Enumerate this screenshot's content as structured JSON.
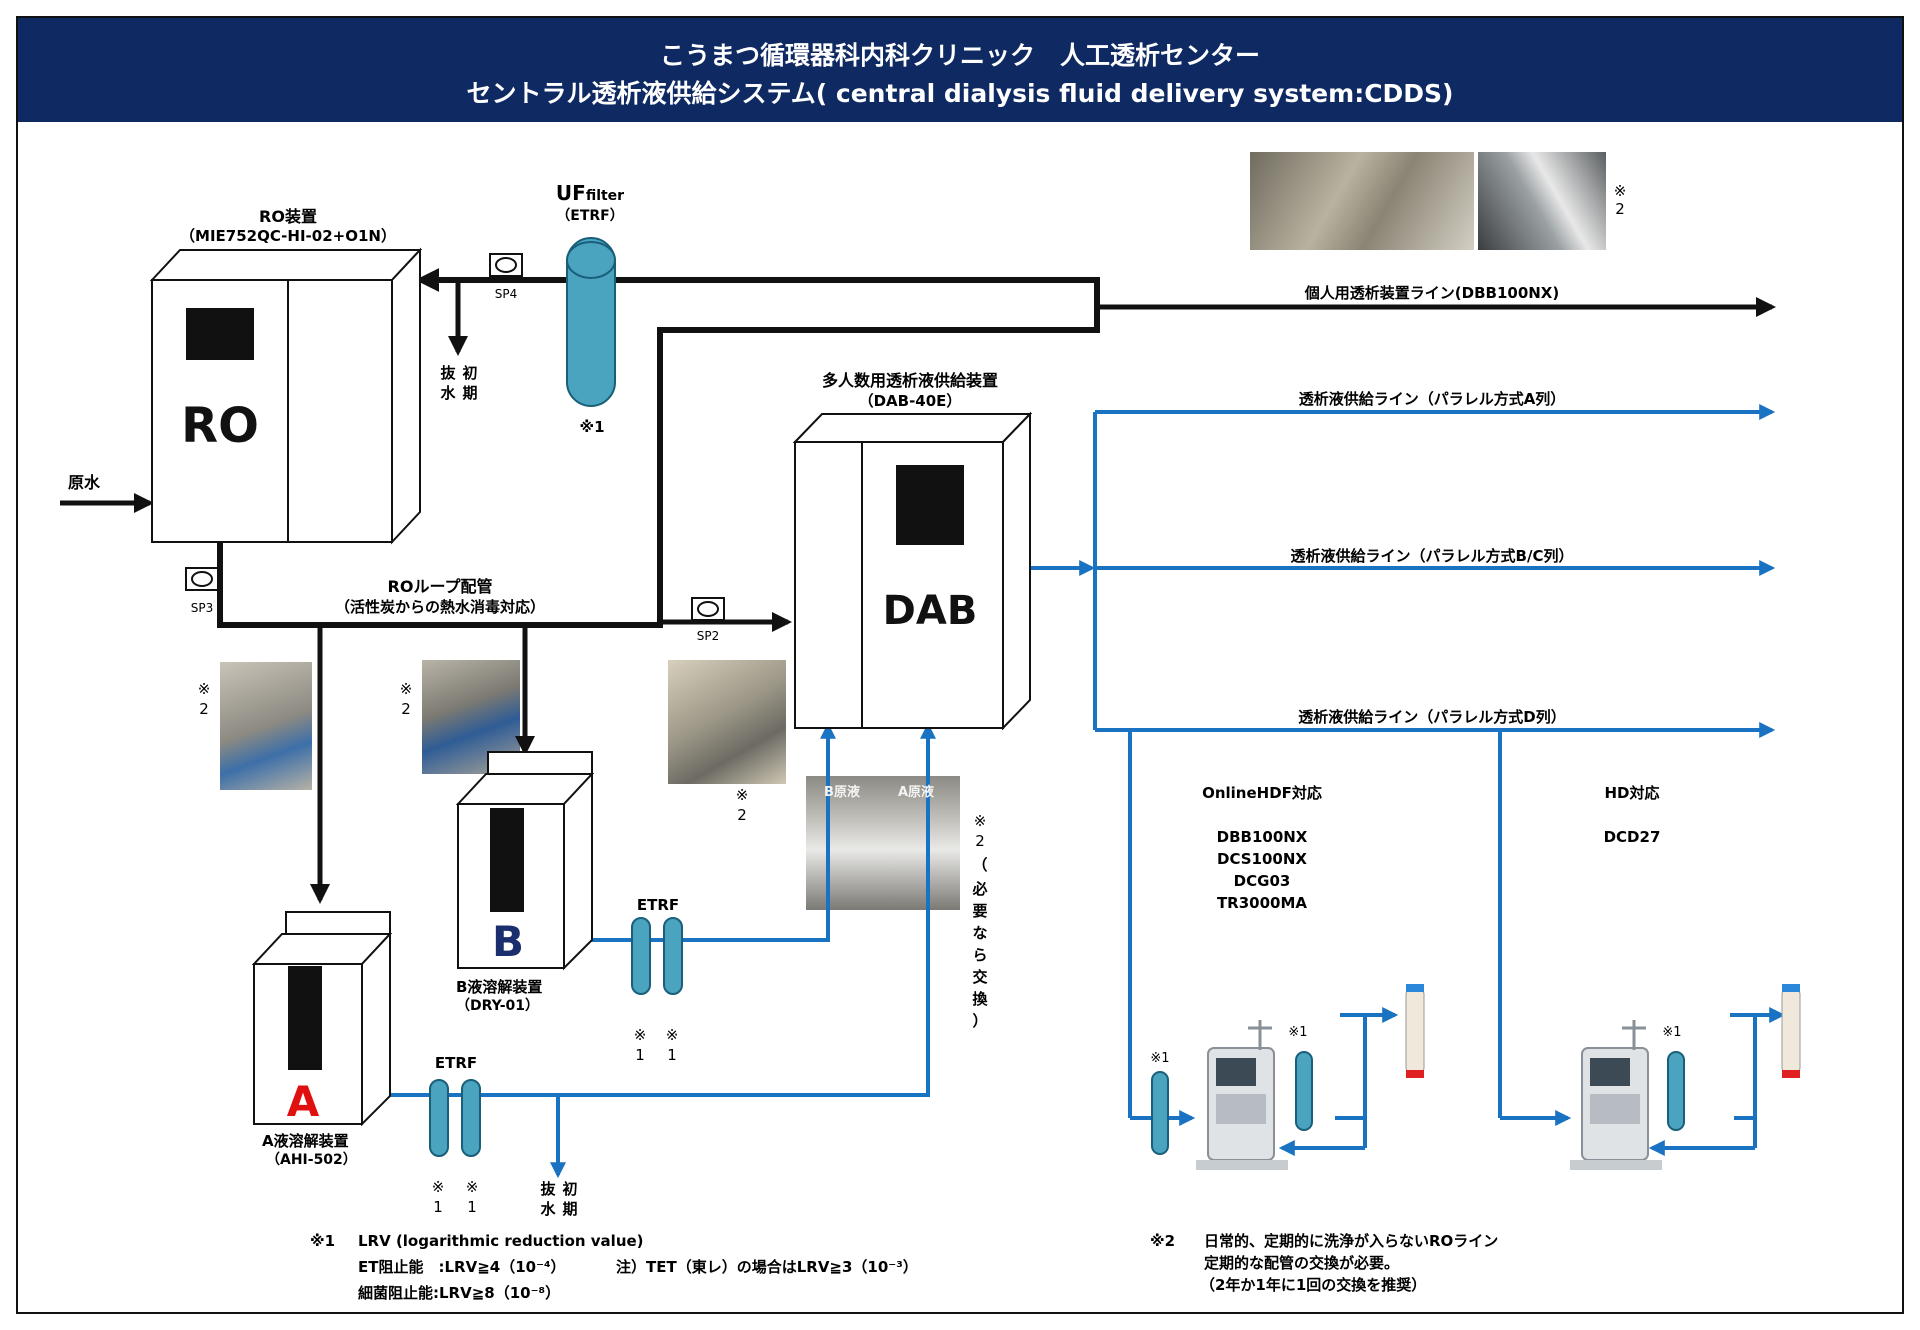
{
  "header": {
    "title_line1": "こうまつ循環器科内科クリニック　人工透析センター",
    "title_line2": "セントラル透析液供給システム( central dialysis fluid delivery system:CDDS)"
  },
  "ro": {
    "label": "RO装置",
    "model": "（MIE752QC-HI-02+O1N）",
    "box_text": "RO"
  },
  "uf": {
    "label_main": "UF",
    "label_sub": "filter",
    "model": "（ETRF）",
    "note": "※1"
  },
  "raw_water": "原水",
  "sample_ports": {
    "sp2": "SP2",
    "sp3": "SP3",
    "sp4": "SP4"
  },
  "drain_initial": [
    "抜",
    "初",
    "水",
    "期"
  ],
  "ro_loop": {
    "title": "ROループ配管",
    "sub": "（活性炭からの熱水消毒対応）"
  },
  "dab": {
    "label": "多人数用透析液供給装置",
    "model": "（DAB-40E）",
    "box_text": "DAB"
  },
  "b_unit": {
    "box_text": "B",
    "label": "B液溶解装置",
    "model": "（DRY-01）"
  },
  "a_unit": {
    "box_text": "A",
    "label": "A液溶解装置",
    "model": "（AHI-502）"
  },
  "etrf_label": "ETRF",
  "note_mark": "※",
  "note_one": "1",
  "note_two": "2",
  "note_star1": "※1",
  "note_swap": [
    "（",
    "必",
    "要",
    "な",
    "ら",
    "交",
    "換",
    "）"
  ],
  "ab_photo_labels": {
    "b": "B原液",
    "a": "A原液"
  },
  "lines": {
    "personal": "個人用透析装置ライン(DBB100NX)",
    "line_a": "透析液供給ライン（パラレル方式A列）",
    "line_bc": "透析液供給ライン（パラレル方式B/C列）",
    "line_d": "透析液供給ライン（パラレル方式D列）"
  },
  "online_hdf": {
    "title": "OnlineHDF対応",
    "models": [
      "DBB100NX",
      "DCS100NX",
      "DCG03",
      "TR3000MA"
    ]
  },
  "hd": {
    "title": "HD対応",
    "models": [
      "DCD27"
    ]
  },
  "footnote1": {
    "mark": "※1",
    "lrv": "LRV (logarithmic reduction value)",
    "et": "ET阻止能　:LRV≧4（10⁻⁴）",
    "tet": "注）TET（東レ）の場合はLRV≧3（10⁻³）",
    "bact": "細菌阻止能:LRV≧8（10⁻⁸）"
  },
  "footnote2": {
    "mark": "※2",
    "line1": "日常的、定期的に洗浄が入らないROライン",
    "line2": "定期的な配管の交換が必要。",
    "line3": "（2年か1年に1回の交換を推奨）"
  },
  "colors": {
    "header_bg": "#0f2a63",
    "blue_line": "#1a73c2",
    "filter": "#4aa3bf",
    "black": "#111111",
    "a_red": "#e01010",
    "b_navy": "#1b2f6e"
  }
}
